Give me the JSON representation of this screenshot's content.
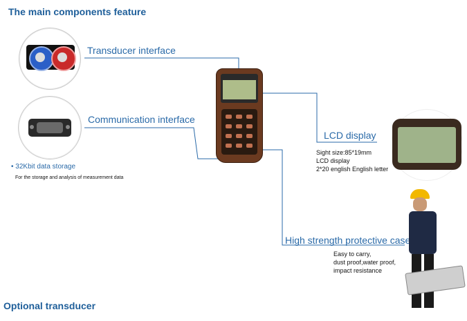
{
  "title": "The main components feature",
  "footer_title": "Optional transducer",
  "callouts": {
    "transducer": "Transducer interface",
    "communication": "Communication interface",
    "lcd": "LCD display",
    "case": "High strength protective case"
  },
  "storage": {
    "label": "32Kbit data storage",
    "description": "For the storage and analysis of measurement data"
  },
  "lcd_specs": [
    "Sight size:85*19mm",
    "LCD display",
    "2*20 english English letter"
  ],
  "case_specs": [
    "Easy to carry,",
    "dust proof,water proof,",
    "impact resistance"
  ],
  "colors": {
    "heading": "#1f5f9a",
    "callout": "#2a6aa8",
    "line": "#2a6aa8"
  }
}
